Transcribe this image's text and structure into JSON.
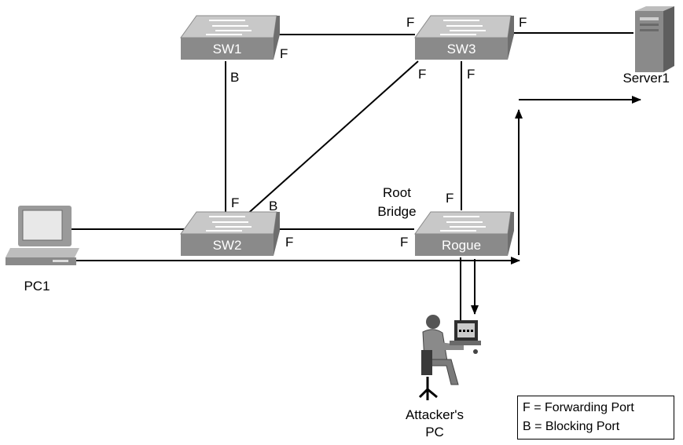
{
  "switches": {
    "sw1": {
      "label": "SW1"
    },
    "sw2": {
      "label": "SW2"
    },
    "sw3": {
      "label": "SW3"
    },
    "rogue": {
      "label": "Rogue"
    }
  },
  "hosts": {
    "server": {
      "label": "Server1"
    },
    "pc1": {
      "label": "PC1"
    },
    "attacker": {
      "line1": "Attacker's",
      "line2": "PC"
    }
  },
  "root_bridge": {
    "line1": "Root",
    "line2": "Bridge"
  },
  "ports": {
    "sw1_right": "F",
    "sw1_down": "B",
    "sw3_left": "F",
    "sw3_right": "F",
    "sw3_diag": "F",
    "sw3_down": "F",
    "sw2_up": "F",
    "sw2_diag": "B",
    "sw2_right": "F",
    "rogue_up": "F",
    "rogue_left": "F"
  },
  "legend": {
    "forwarding": "F = Forwarding Port",
    "blocking": "B = Blocking Port"
  },
  "colors": {
    "switch_top": "#c8c8c8",
    "switch_front": "#8a8a8a",
    "switch_side": "#6e6e6e",
    "line": "#000000"
  }
}
